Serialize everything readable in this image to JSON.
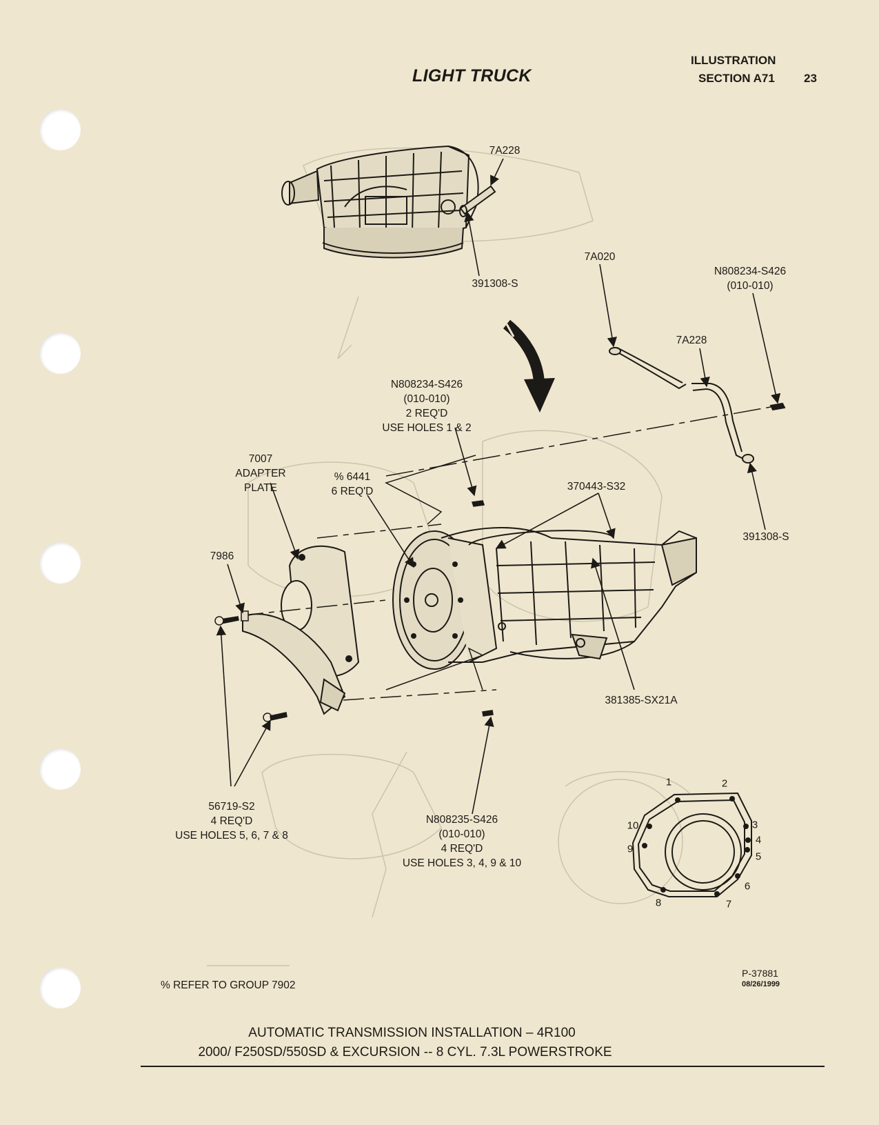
{
  "header": {
    "title": "LIGHT TRUCK",
    "illustration": "ILLUSTRATION",
    "section": "SECTION A71",
    "page_number": "23"
  },
  "callouts": [
    {
      "id": "c1",
      "lines": [
        "7A228"
      ]
    },
    {
      "id": "c2",
      "lines": [
        "391308-S"
      ]
    },
    {
      "id": "c3",
      "lines": [
        "7A020"
      ]
    },
    {
      "id": "c4",
      "lines": [
        "N808234-S426",
        "(010-010)"
      ]
    },
    {
      "id": "c5",
      "lines": [
        "7A228"
      ]
    },
    {
      "id": "c6",
      "lines": [
        "N808234-S426",
        "(010-010)",
        "2 REQ'D",
        "USE HOLES 1 & 2"
      ]
    },
    {
      "id": "c7",
      "lines": [
        "7007",
        "ADAPTER",
        "PLATE"
      ]
    },
    {
      "id": "c8",
      "lines": [
        "% 6441",
        "6 REQ'D"
      ]
    },
    {
      "id": "c9",
      "lines": [
        "370443-S32"
      ]
    },
    {
      "id": "c10",
      "lines": [
        "391308-S"
      ]
    },
    {
      "id": "c11",
      "lines": [
        "7986"
      ]
    },
    {
      "id": "c12",
      "lines": [
        "381385-SX21A"
      ]
    },
    {
      "id": "c13",
      "lines": [
        "56719-S2",
        "4 REQ'D",
        "USE HOLES 5, 6, 7 & 8"
      ]
    },
    {
      "id": "c14",
      "lines": [
        "N808235-S426",
        "(010-010)",
        "4 REQ'D",
        "USE HOLES 3, 4, 9 & 10"
      ]
    }
  ],
  "hole_numbers": [
    "1",
    "2",
    "3",
    "4",
    "5",
    "6",
    "7",
    "8",
    "9",
    "10"
  ],
  "footer": {
    "note": "% REFER TO GROUP 7902",
    "part_number": "P-37881",
    "date": "08/26/1999",
    "caption_line1": "AUTOMATIC TRANSMISSION INSTALLATION – 4R100",
    "caption_line2": "2000/ F250SD/550SD & EXCURSION -- 8 CYL. 7.3L POWERSTROKE"
  }
}
